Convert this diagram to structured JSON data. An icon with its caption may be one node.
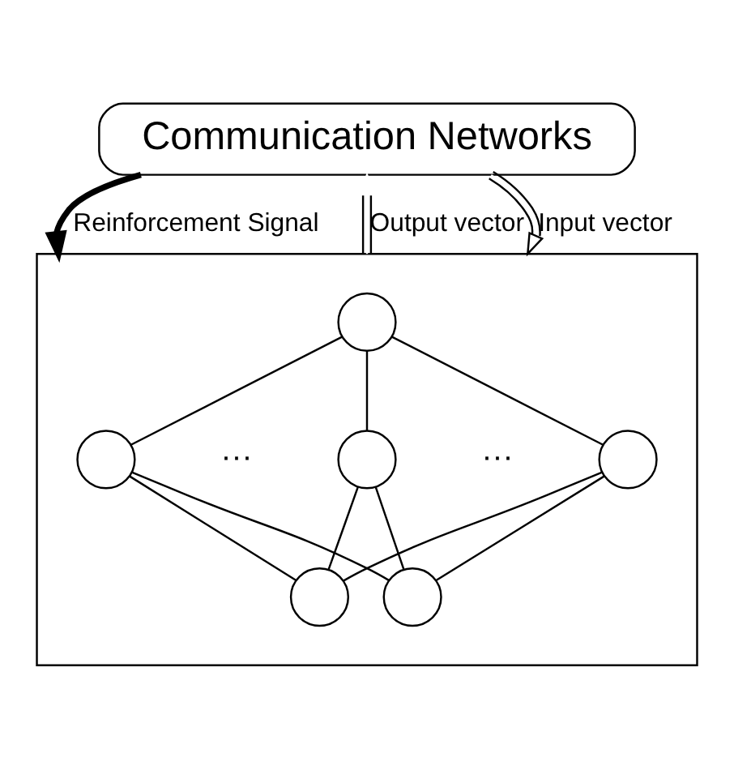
{
  "diagram": {
    "nodes": [
      {
        "text": [
          "Communication Networks"
        ]
      },
      {
        "text": [],
        "shape": "box"
      },
      {
        "text": [],
        "shape": "circle",
        "in": 1
      },
      {
        "text": [],
        "shape": "circle",
        "in": 1
      },
      {
        "text": [],
        "shape": "circle",
        "in": 1
      },
      {
        "text": [],
        "shape": "circle",
        "in": 1
      },
      {
        "text": [],
        "shape": "circle",
        "in": 1
      },
      {
        "text": [],
        "shape": "circle",
        "in": 1
      }
    ],
    "edges": [
      {
        "from": 0,
        "to": 1,
        "arrow": "to",
        "label": "Reinforcement Signal",
        "style": "thick"
      },
      {
        "from": 1,
        "to": 0,
        "arrow": "to",
        "label": "Output vector"
      },
      {
        "from": 0,
        "to": 1,
        "arrow": "to",
        "label": "Input vector"
      },
      {
        "from": 2,
        "to": 3,
        "arrow": "none"
      },
      {
        "from": 2,
        "to": 4,
        "arrow": "none"
      },
      {
        "from": 2,
        "to": 5,
        "arrow": "none"
      },
      {
        "from": 3,
        "to": 6,
        "arrow": "none"
      },
      {
        "from": 3,
        "to": 7,
        "arrow": "none"
      },
      {
        "from": 4,
        "to": 6,
        "arrow": "none"
      },
      {
        "from": 4,
        "to": 7,
        "arrow": "none"
      },
      {
        "from": 5,
        "to": 6,
        "arrow": "none"
      },
      {
        "from": 5,
        "to": 7,
        "arrow": "none"
      }
    ],
    "labels": [
      "···",
      "···"
    ]
  }
}
